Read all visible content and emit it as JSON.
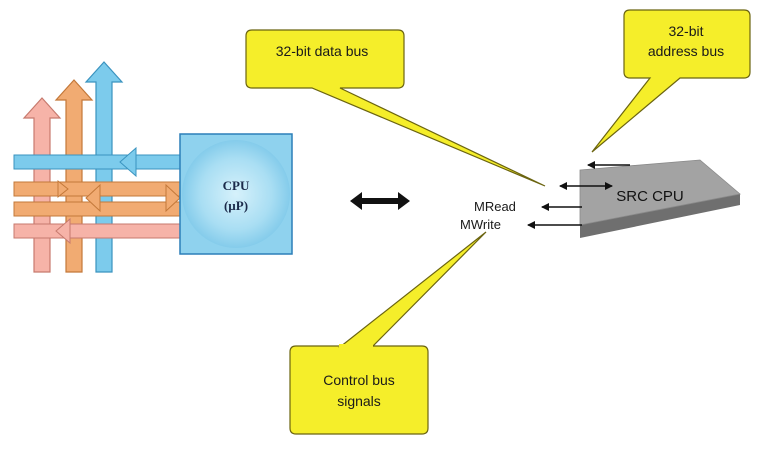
{
  "cpu_block": {
    "line1": "CPU",
    "line2": "(µP)"
  },
  "callouts": {
    "data_bus": "32-bit data bus",
    "address_bus_line1": "32-bit",
    "address_bus_line2": "address bus",
    "control_bus_line1": "Control bus",
    "control_bus_line2": "signals"
  },
  "chip": {
    "label": "SRC  CPU"
  },
  "signals": {
    "mread": "MRead",
    "mwrite": "MWrite"
  },
  "colors": {
    "callout_fill": "#f5ee2a",
    "callout_stroke": "#6b6410",
    "cpu_fill": "#8fd2ee",
    "cpu_border": "#2c7fb8",
    "chip_fill": "#9a9a9a",
    "arrow_pink": "#f4a79c",
    "arrow_orange": "#f0a468",
    "arrow_blue": "#6fc3e8"
  }
}
